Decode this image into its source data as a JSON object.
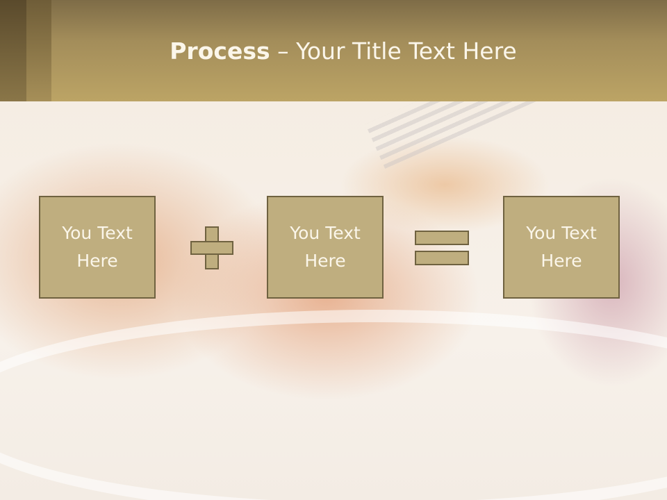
{
  "slide": {
    "title_bold": "Process",
    "title_rest": " – Your Title Text Here",
    "boxes": [
      {
        "text": "You Text Here"
      },
      {
        "text": "You Text Here"
      },
      {
        "text": "You Text Here"
      }
    ],
    "operators": [
      "plus",
      "equals"
    ]
  },
  "colors": {
    "header": "#bca465",
    "box_fill": "#bfae7f",
    "box_border": "#6f6240",
    "text_light": "#fbf6ea"
  }
}
